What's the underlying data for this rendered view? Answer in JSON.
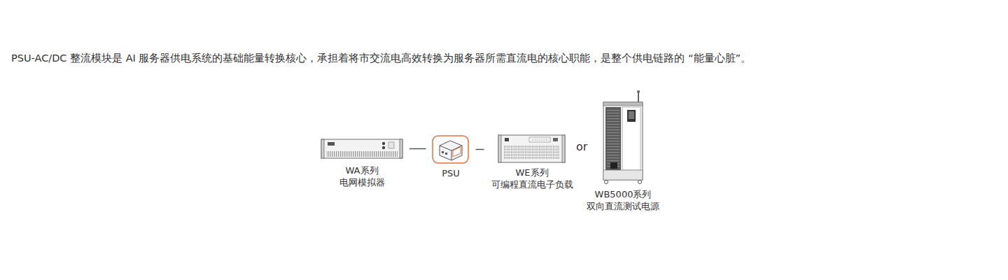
{
  "diagram": {
    "title": "PSU-AC/DC 整流模块是 AI 服务器供电系统的基础能量转换核心，承担着将市交流电高效转换为服务器所需直流电的核心职能，是整个供电链路的 “能量心脏”。",
    "nodes": [
      {
        "text": [
          "WA系列 电网模拟器"
        ]
      },
      {
        "text": [
          "PSU"
        ]
      },
      {
        "text": [
          "WE系列 可编程直流电子负载"
        ]
      },
      {
        "text": [
          "WB5000系列 双向直流测试电源"
        ]
      }
    ],
    "edges": [
      {
        "from": 0,
        "to": 1,
        "arrow": "none"
      },
      {
        "from": 1,
        "to": 2,
        "arrow": "none"
      }
    ],
    "labels": [
      "or"
    ]
  }
}
